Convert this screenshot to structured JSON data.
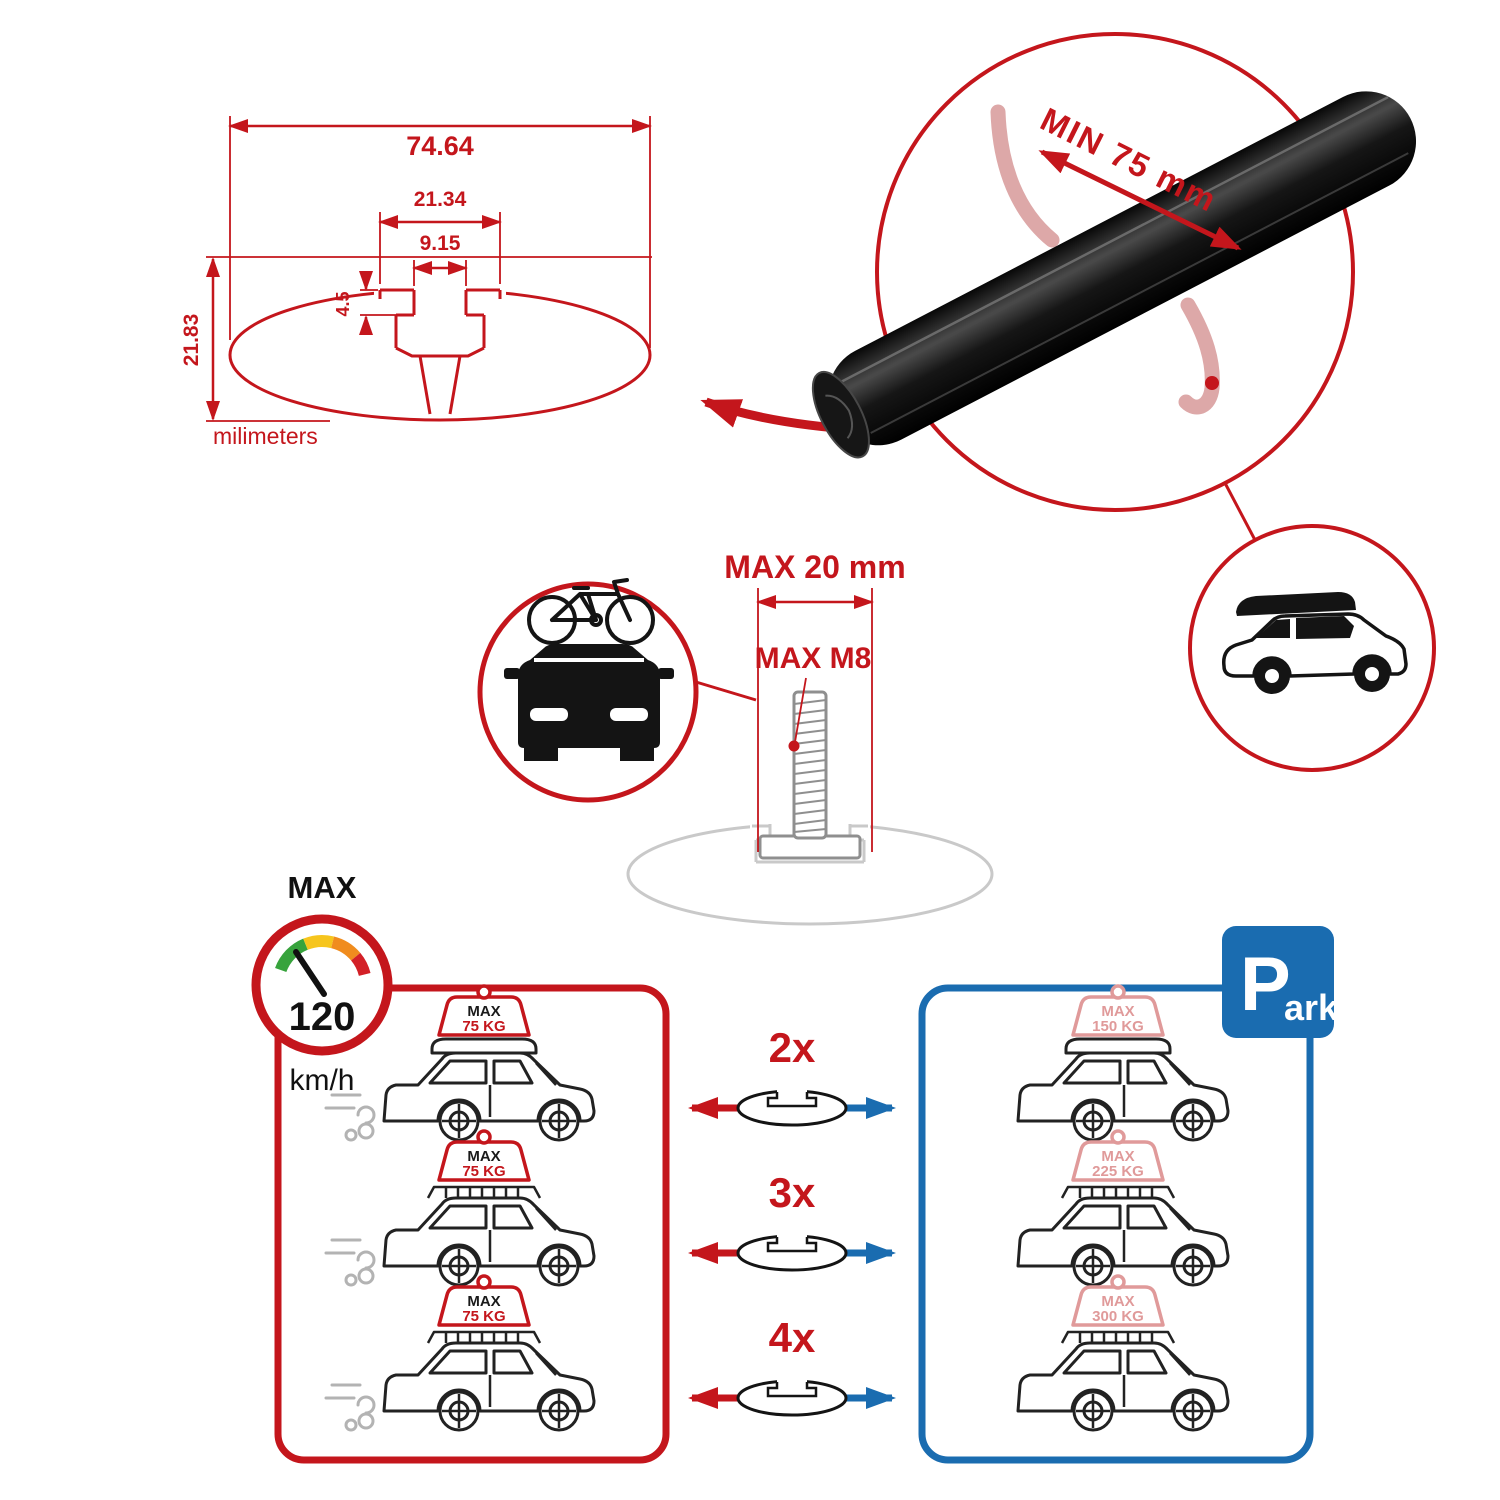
{
  "colors": {
    "red": "#c4161c",
    "blue": "#1a6cb0",
    "black": "#141414",
    "ghost_pink": "#dda8a8",
    "ghost_gray": "#c9c9c9"
  },
  "cross_section": {
    "total_width": "74.64",
    "channel_width": "21.34",
    "slot_width": "9.15",
    "lip_depth": "4.5",
    "total_height": "21.83",
    "units": "milimeters"
  },
  "bar_detail": {
    "min_label": "MIN 75 mm"
  },
  "bolt": {
    "max_width": "MAX 20 mm",
    "max_thread": "MAX M8"
  },
  "speed": {
    "label": "MAX",
    "value": "120",
    "units": "km/h"
  },
  "park": {
    "letter": "P",
    "rest": "ark"
  },
  "counts": [
    "2x",
    "3x",
    "4x"
  ],
  "driving": {
    "tags": [
      {
        "label": "MAX",
        "value": "75 KG"
      },
      {
        "label": "MAX",
        "value": "75 KG"
      },
      {
        "label": "MAX",
        "value": "75 KG"
      }
    ]
  },
  "parked": {
    "tags": [
      {
        "label": "MAX",
        "value": "150 KG"
      },
      {
        "label": "MAX",
        "value": "225 KG"
      },
      {
        "label": "MAX",
        "value": "300 KG"
      }
    ]
  }
}
